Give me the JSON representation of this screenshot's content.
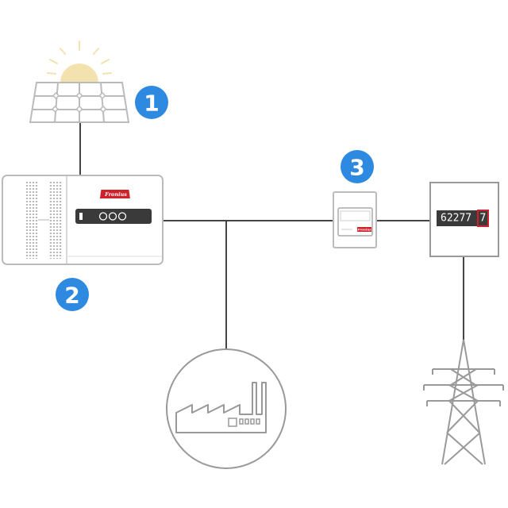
{
  "badges": [
    {
      "label": "1"
    },
    {
      "label": "2"
    },
    {
      "label": "3"
    }
  ],
  "inverter": {
    "brand": "Fronius"
  },
  "smart_meter": {
    "brand": "Fronius"
  },
  "utility_meter": {
    "reading_main": "62277",
    "reading_decimal": "7"
  },
  "colors": {
    "badge": "#2e8ae0",
    "line": "#444444",
    "outline": "#bbbbbb",
    "sun": "#f3e2b0",
    "brand_red": "#d0202a",
    "meter_display": "#3a3a3a"
  }
}
